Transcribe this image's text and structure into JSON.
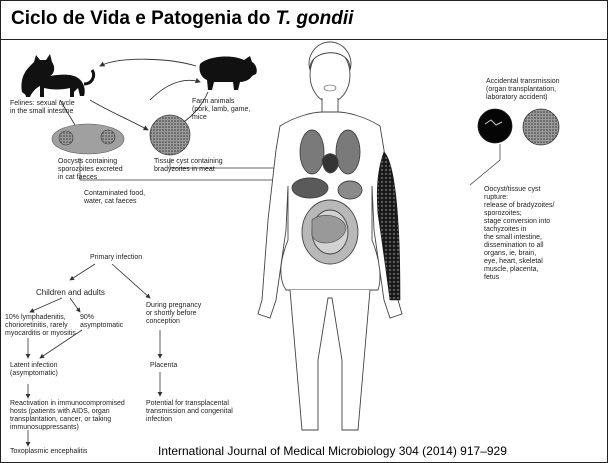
{
  "slide": {
    "title_prefix": "Ciclo de Vida e Patogenia do ",
    "title_italic": "T. gondii",
    "citation": "International Journal of Medical Microbiology 304 (2014) 917–929"
  },
  "diagram": {
    "felines": "Felines: sexual cycle\nin the small intestine",
    "farm_animals": "Farm animals\n(pork, lamb, game,\nmice",
    "accidental": "Accidental transmission\n(organ transplantation,\nlaboratory accident)",
    "oocysts": "Oocysts containing\nsporozoites excreted\nin cat faeces",
    "tissue_cyst": "Tissue cyst containing\nbradyzoites in meat",
    "contaminated": "Contaminated food,\nwater, cat faeces",
    "rupture": "Oocyst/tissue cyst\nrupture:\nrelease of bradyzoites/\nsporozoites;\nstage conversion into\ntachyzoites in\nthe small intestine,\ndissemination to all\norgans, ie, brain,\neye, heart, skeletal\nmuscle, placenta,\nfetus",
    "primary": "Primary infection",
    "children": "Children and adults",
    "ten_percent": "10% lymphadenitis,\nchorioretinitis, rarely\nmyocarditis or myositis",
    "ninety_percent": "90%\nasymptomatic",
    "pregnancy": "During pregnancy\nor shortly before\nconception",
    "latent": "Latent infection\n(asymptomatic)",
    "placenta": "Placenta",
    "reactivation": "Reactivation in immunocompromised\nhosts (patients with AIDS, organ\ntransplantation, cancer, or taking\nimmunosuppressants)",
    "potential": "Potential for transplacental\ntransmission and congenital\ninfection",
    "encephalitis": "Toxoplasmic encephalitis"
  }
}
